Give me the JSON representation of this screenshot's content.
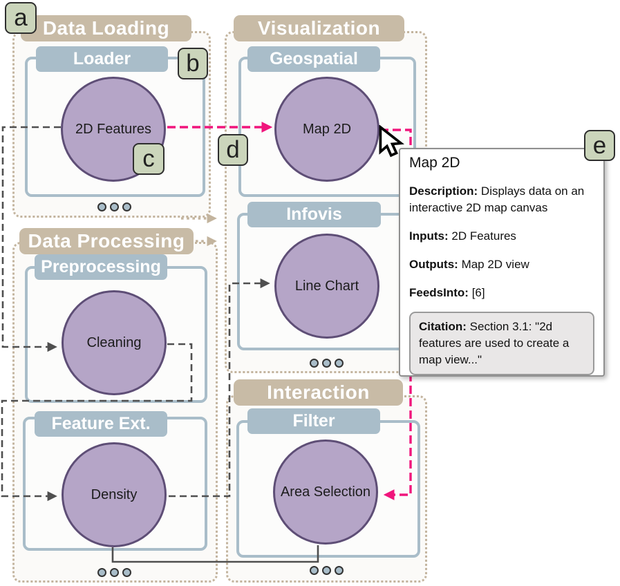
{
  "palette": {
    "section_beige": "#c8bba6",
    "section_dot_border": "#c3b49e",
    "module_blue": "#a9bdc9",
    "node_fill": "#b5a5c7",
    "node_border": "#5e4e76",
    "edge_gray": "#4f4f4f",
    "edge_pink": "#f0157c",
    "badge_green": "#cbd5bb",
    "citation_bg": "#e9e7e7"
  },
  "diagram": {
    "sections": {
      "data_loading": {
        "title": "Data Loading"
      },
      "data_processing": {
        "title": "Data Processing"
      },
      "visualization": {
        "title": "Visualization"
      },
      "interaction": {
        "title": "Interaction"
      }
    },
    "modules": {
      "loader": {
        "title": "Loader",
        "node": "2D Features"
      },
      "geospatial": {
        "title": "Geospatial",
        "node": "Map 2D"
      },
      "infovis": {
        "title": "Infovis",
        "node": "Line Chart"
      },
      "preprocessing": {
        "title": "Preprocessing",
        "node": "Cleaning"
      },
      "feature_ext": {
        "title": "Feature Ext.",
        "node": "Density"
      },
      "filter": {
        "title": "Filter",
        "node": "Area Selection"
      }
    }
  },
  "annotations": {
    "a": "a",
    "b": "b",
    "c": "c",
    "d": "d",
    "e": "e"
  },
  "tooltip": {
    "title": "Map 2D",
    "description_label": "Description:",
    "description": "Displays data on an interactive 2D map canvas",
    "inputs_label": "Inputs:",
    "inputs": "2D Features",
    "outputs_label": "Outputs:",
    "outputs": "Map 2D view",
    "feedsinto_label": "FeedsInto:",
    "feedsinto": "[6]",
    "citation_label": "Citation:",
    "citation": "Section 3.1:  \"2d features are used to  create a map view...\""
  }
}
